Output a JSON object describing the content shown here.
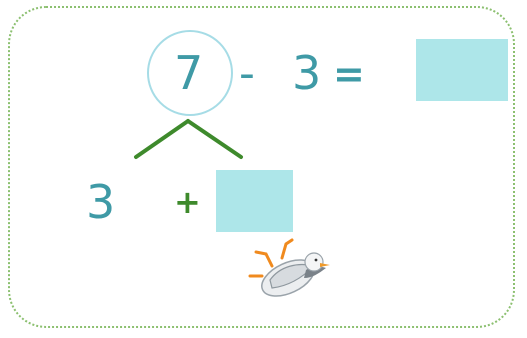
{
  "equation": {
    "minuend": "7",
    "minus_sign": "-",
    "subtrahend": "3",
    "equals_sign": "=",
    "answer": ""
  },
  "decomposition": {
    "first_part": "3",
    "plus_sign": "+",
    "second_part": ""
  },
  "colors": {
    "number_text": "#3f9aa6",
    "answer_box": "#ade6e9",
    "circle_border": "#a6dce6",
    "branch_lines": "#3e8a2c",
    "card_border": "#8cc070"
  },
  "icons": {
    "mascot": "tumbling-seagull-icon"
  }
}
